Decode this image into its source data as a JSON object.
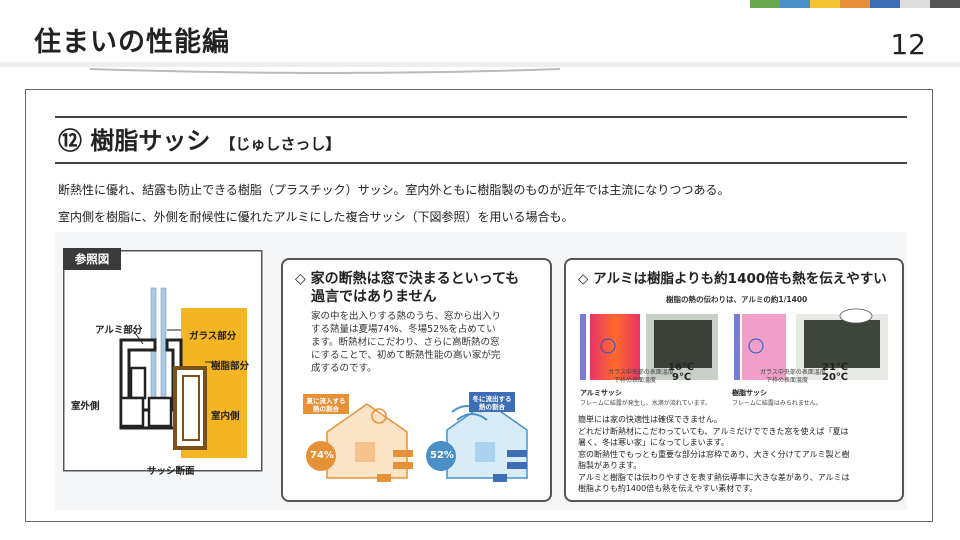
{
  "header": {
    "title": "住まいの性能編",
    "page_number": "12",
    "accent_colors": [
      "#6aa84f",
      "#4a90c8",
      "#f1c232",
      "#e69138",
      "#3d6eb5",
      "#dddddd",
      "#555555"
    ]
  },
  "section": {
    "title": "⑫ 樹脂サッシ",
    "reading": "【じゅしさっし】",
    "line1": "断熱性に優れ、結露も防止できる樹脂（プラスチック）サッシ。室内外ともに樹脂製のものが近年では主流になりつつある。",
    "line2": "室内側を樹脂に、外側を耐候性に優れたアルミにした複合サッシ（下図参照）を用いる場合も。"
  },
  "diagram": {
    "badge": "参照図",
    "aluminum": "アルミ部分",
    "glass": "ガラス部分",
    "resin": "樹脂部分",
    "outdoor": "室外側",
    "indoor": "室内側",
    "section": "サッシ断面"
  },
  "card1": {
    "heading_line1": "◇ 家の断熱は窓で決まるといっても",
    "heading_line2": "過言ではありません",
    "body": [
      "家の中を出入りする熱のうち、窓から出入り",
      "する熱量は夏場74%、冬場52%を占めてい",
      "ます。断熱材にこだわり、さらに高断熱の窓",
      "にすることで、初めて断熱性能の高い家が完",
      "成するのです。"
    ],
    "summer_tag": "夏に流入する熱の割合",
    "winter_tag": "冬に流出する熱の割合",
    "summer_pct": "74%",
    "winter_pct": "52%"
  },
  "card2": {
    "heading": "◇ アルミは樹脂よりも約1400倍も熱を伝えやすい",
    "subheading": "樹脂の熱の伝わりは、アルミの約1/1400",
    "aluminum_temp1": "16℃",
    "aluminum_temp2": "9℃",
    "resin_temp1": "21℃",
    "resin_temp2": "20℃",
    "temp_label1": "ガラス中央部の表面温度",
    "temp_label2": "下枠の表面温度",
    "aluminum_title": "アルミサッシ",
    "aluminum_note": "フレームに結露が発生し、水滴が流れています。",
    "resin_title": "樹脂サッシ",
    "resin_note": "フレームに結露はみられません。",
    "body": [
      "簡単には家の快適性は確保できません。",
      "どれだけ断熱材にこだわっていても、アルミだけでできた窓を使えば「夏は",
      "暑く、冬は寒い家」になってしまいます。",
      "窓の断熱性でもっとも重要な部分は窓枠であり、大きく分けてアルミ製と樹",
      "脂製があります。",
      "アルミと樹脂では伝わりやすさを表す熱伝導率に大きな差があり、アルミは",
      "樹脂よりも約1400倍も熱を伝えやすい素材です。"
    ]
  }
}
